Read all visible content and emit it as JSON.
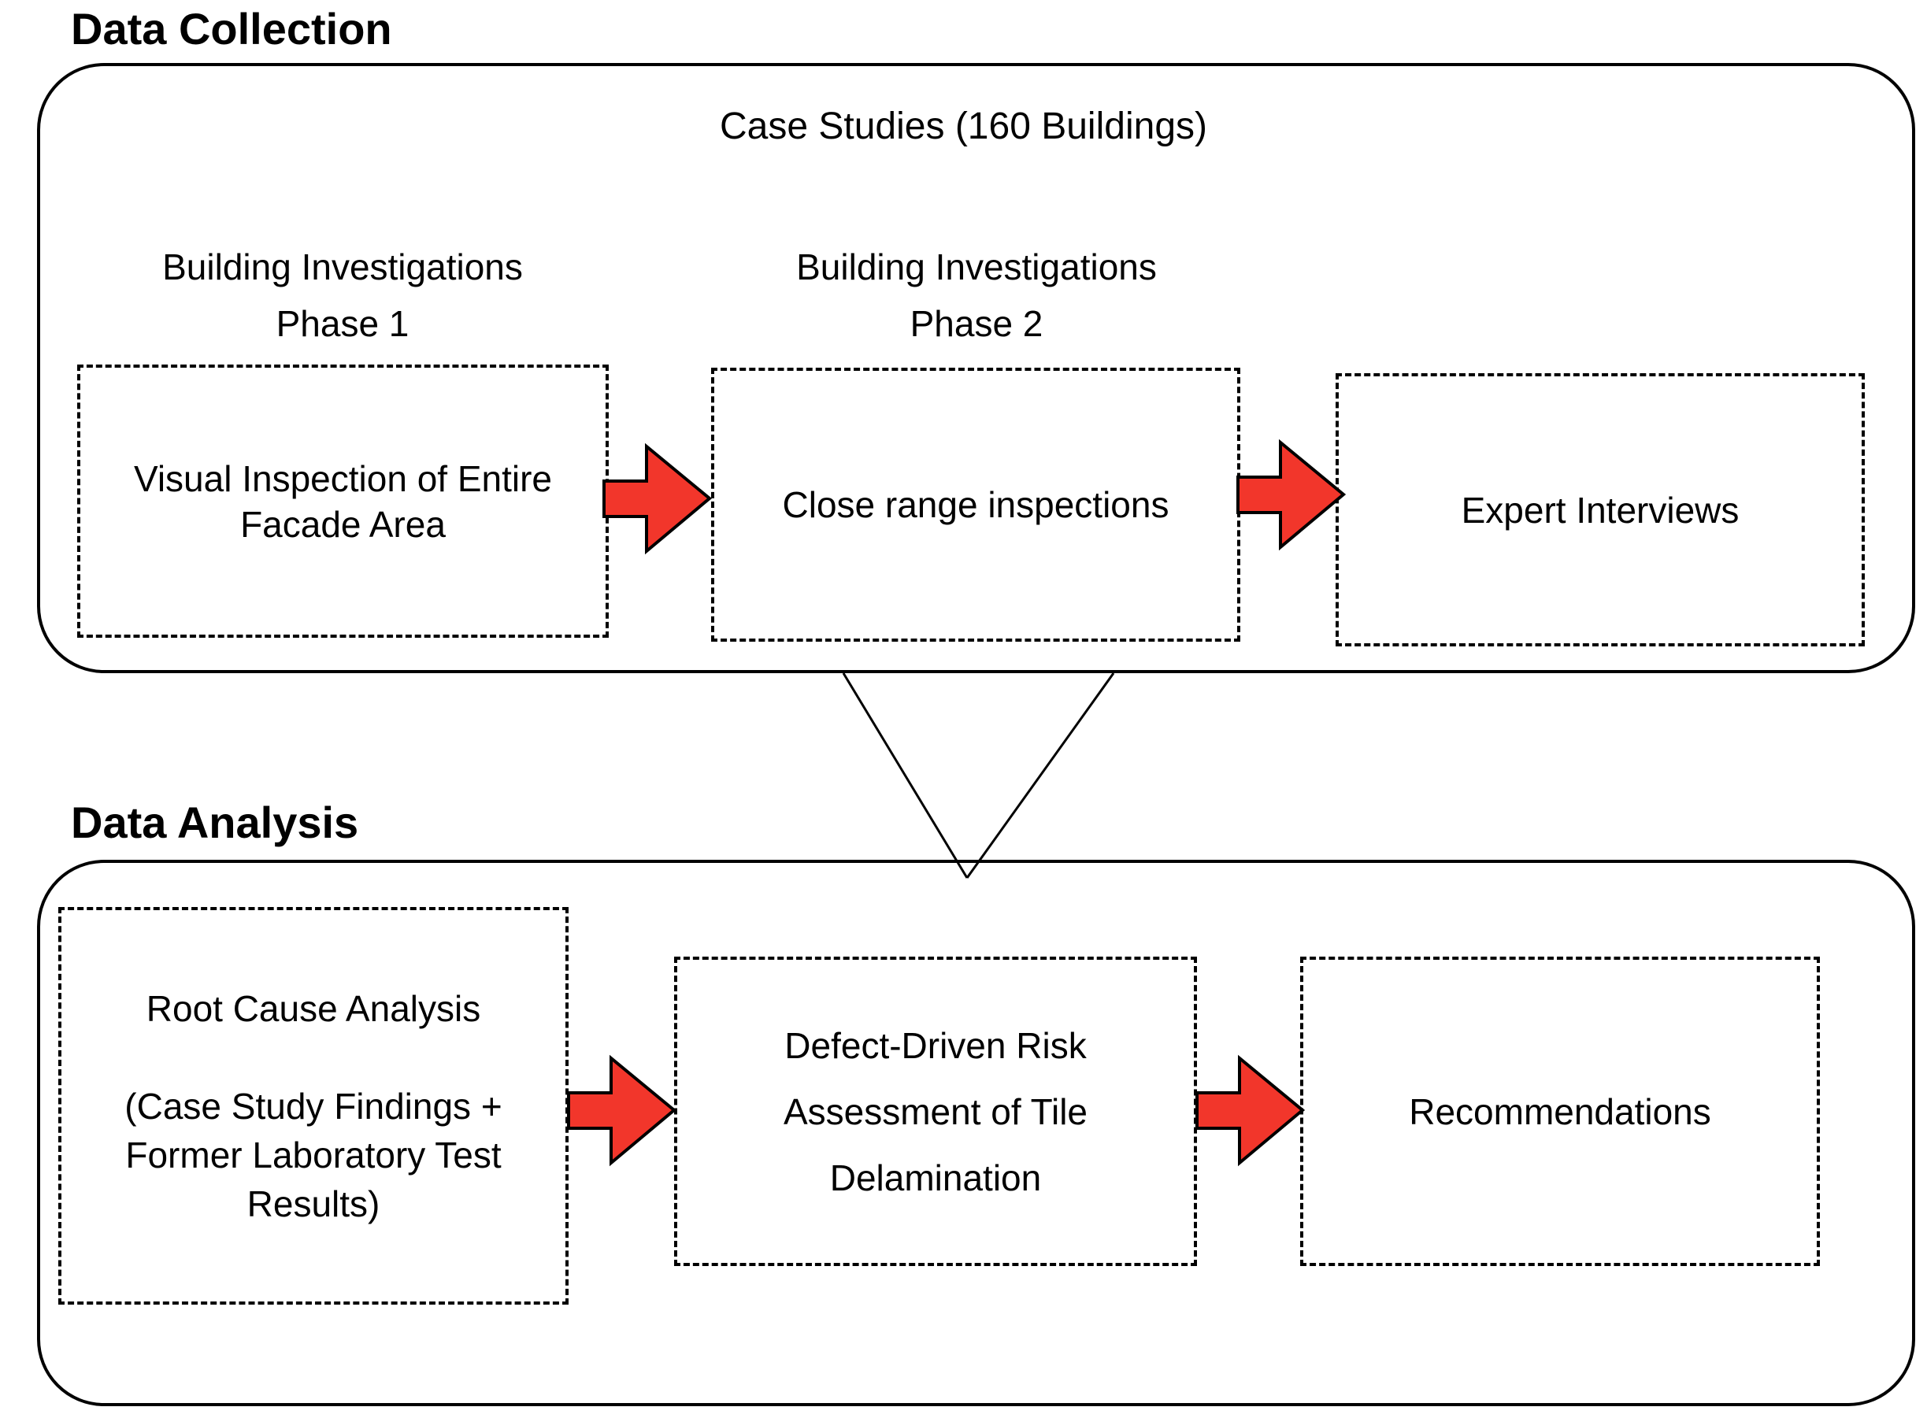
{
  "diagram": {
    "data_collection": {
      "heading": "Data Collection",
      "case_studies_title": "Case Studies (160 Buildings)",
      "phase1_label": [
        "Building Investigations",
        "Phase 1"
      ],
      "phase2_label": [
        "Building Investigations",
        "Phase 2"
      ],
      "box_visual_inspection": [
        "Visual Inspection of Entire",
        "Facade Area"
      ],
      "box_close_range": "Close range inspections",
      "box_expert_interviews": "Expert Interviews"
    },
    "data_analysis": {
      "heading": "Data Analysis",
      "box_root_cause": [
        "Root Cause Analysis",
        "(Case Study Findings +",
        "Former Laboratory Test",
        "Results)"
      ],
      "box_risk_assessment": [
        "Defect-Driven Risk",
        "Assessment of Tile",
        "Delamination"
      ],
      "box_recommendations": "Recommendations"
    },
    "colors": {
      "arrow_fill": "#F2362B",
      "arrow_outline": "#000000",
      "line_color": "#000000",
      "background": "#FFFFFF"
    },
    "icons": {
      "arrow_right": "block-arrow-right-icon",
      "funnel": "converging-lines-funnel-connector"
    }
  }
}
